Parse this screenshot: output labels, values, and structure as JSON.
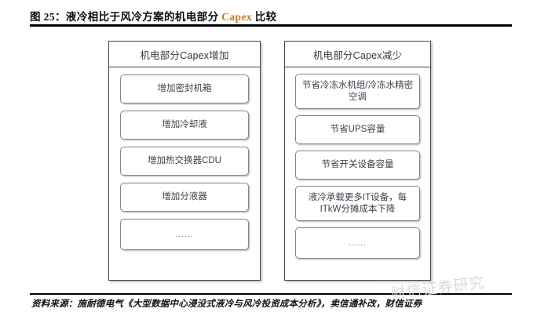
{
  "title": {
    "prefix": "图 25：液冷相比于风冷方案的机电部分 ",
    "accent": "Capex",
    "suffix": " 比较"
  },
  "diagram": {
    "columns": [
      {
        "id": "increase",
        "header": "机电部分Capex增加",
        "items": [
          {
            "label": "增加密封机箱",
            "type": "text"
          },
          {
            "label": "增加冷却液",
            "type": "text"
          },
          {
            "label": "增加热交换器CDU",
            "type": "text"
          },
          {
            "label": "增加分液器",
            "type": "text"
          },
          {
            "label": "......",
            "type": "ellipsis"
          }
        ]
      },
      {
        "id": "decrease",
        "header": "机电部分Capex减少",
        "items": [
          {
            "label": "节省冷冻水机组/冷冻水精密空调",
            "type": "text"
          },
          {
            "label": "节省UPS容量",
            "type": "text"
          },
          {
            "label": "节省开关设备容量",
            "type": "text"
          },
          {
            "label": "液冷承载更多IT设备，每ITkW分摊成本下降",
            "type": "text"
          },
          {
            "label": "......",
            "type": "ellipsis"
          }
        ]
      }
    ]
  },
  "footer": {
    "source": "资料来源：施耐德电气《大型数据中心浸没式液冷与风冷投资成本分析》，卖信通补改，财信证券"
  },
  "watermark": {
    "text": "财信证券研究",
    "dots": "····"
  },
  "colors": {
    "title_accent": "#c07a26",
    "rule": "#000000",
    "column_border": "#3c4450",
    "item_border": "#7c848f",
    "text": "#3a4149",
    "watermark": "#d9dade"
  }
}
